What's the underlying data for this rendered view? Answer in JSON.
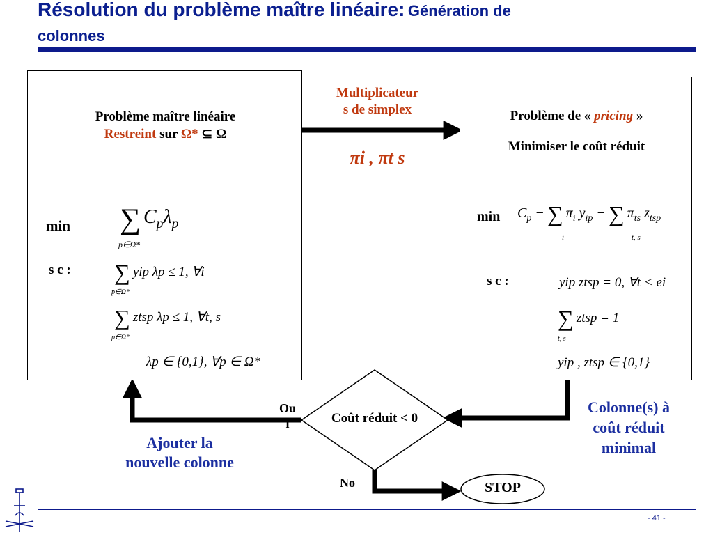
{
  "title": {
    "part1": "Résolution du problème maître linéaire:",
    "part2": "Génération de",
    "part3": "colonnes"
  },
  "left_box": {
    "heading": "Problème maître linéaire",
    "restricted": "Restreint",
    "sur": "sur",
    "omega_star": "Ω*",
    "subset": "⊆",
    "omega": "Ω",
    "min_label": "min",
    "sc_label": "s c :",
    "obj_sum_under": "p∈Ω*",
    "c1_text": "yip  λp  ≤ 1,   ∀i",
    "c1_under": "p∈Ω*",
    "c2_text": "ztsp  λp  ≤ 1,   ∀t, s",
    "c2_under": "p∈Ω*",
    "c3_text": "λp ∈ {0,1},   ∀p ∈ Ω*"
  },
  "center": {
    "multipliers_label": "Multiplicateurs de simplex",
    "multipliers_line1": "Multiplicateur",
    "multipliers_line2": "s de simplex",
    "pi_expr": "πi , πt s"
  },
  "right_box": {
    "heading_pre": "Problème de «",
    "pricing": "pricing",
    "heading_post": "»",
    "subheading": "Minimiser le coût réduit",
    "min_label": "min",
    "sc_label": "s c :",
    "sum1_under": "i",
    "sum2_under": "t, s",
    "c1_text": "yip ztsp = 0,   ∀t < ei",
    "c2_under": "t, s",
    "c2_text": "ztsp = 1",
    "c3_text": "yip ,   ztsp ∈ {0,1}"
  },
  "decision": {
    "label": "Coût réduit < 0",
    "yes_line1": "Ou",
    "yes_line2": "i",
    "no": "No"
  },
  "annotations": {
    "add_line1": "Ajouter la",
    "add_line2": "nouvelle colonne",
    "cols_line1": "Colonne(s) à",
    "cols_line2": "coût réduit",
    "cols_line3": "minimal"
  },
  "stop": "STOP",
  "page_number": "- 41 -",
  "colors": {
    "title": "#0b1f8f",
    "accent_red": "#c0390f",
    "accent_blue": "#1c2fa0"
  }
}
